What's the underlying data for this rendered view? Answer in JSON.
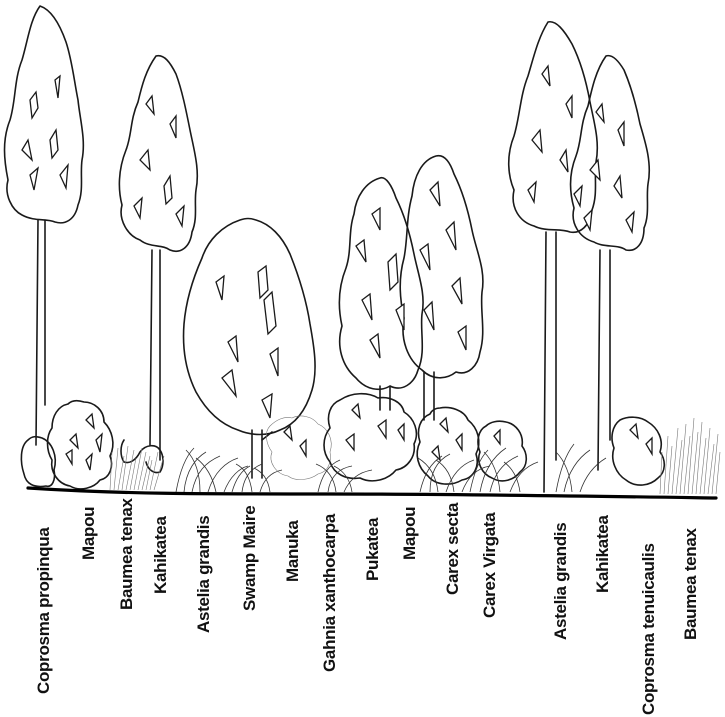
{
  "diagram": {
    "species_labels": [
      "Coprosma propinqua",
      "Mapou",
      "Baumea tenax",
      "Kahikatea",
      "Astelia grandis",
      "Swamp Maire",
      "Manuka",
      "Gahnia xanthocarpa",
      "Pukatea",
      "Mapou",
      "Carex secta",
      "Carex Virgata",
      "Astelia grandis",
      "Kahikatea",
      "Coprosma tenuicaulis",
      "Baumea tenax"
    ]
  }
}
